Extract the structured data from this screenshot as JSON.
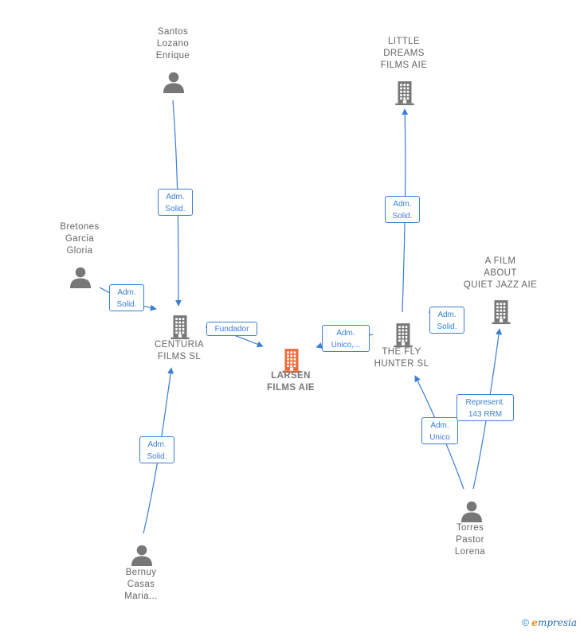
{
  "nodes": [
    {
      "id": "santos",
      "type": "person",
      "label": "Santos\nLozano\nEnrique"
    },
    {
      "id": "little",
      "type": "company",
      "label": "LITTLE\nDREAMS\nFILMS  AIE"
    },
    {
      "id": "bretones",
      "type": "person",
      "label": "Bretones\nGarcia\nGloria"
    },
    {
      "id": "afilm",
      "type": "company",
      "label": "A FILM\nABOUT\nQUIET JAZZ AIE"
    },
    {
      "id": "centuria",
      "type": "company",
      "label": "CENTURIA\nFILMS SL"
    },
    {
      "id": "larsen",
      "type": "company-main",
      "label": "LARSEN\nFILMS  AIE"
    },
    {
      "id": "flyhunter",
      "type": "company",
      "label": "THE FLY\nHUNTER  SL"
    },
    {
      "id": "torres",
      "type": "person",
      "label": "Torres\nPastor\nLorena"
    },
    {
      "id": "bernuy",
      "type": "person",
      "label": "Bernuy\nCasas\nMaria..."
    }
  ],
  "edges": [
    {
      "from": "santos",
      "to": "centuria",
      "label": "Adm.\nSolid."
    },
    {
      "from": "bretones",
      "to": "centuria",
      "label": "Adm.\nSolid."
    },
    {
      "from": "bernuy",
      "to": "centuria",
      "label": "Adm.\nSolid."
    },
    {
      "from": "centuria",
      "to": "larsen",
      "label": "Fundador"
    },
    {
      "from": "flyhunter",
      "to": "larsen",
      "label": "Adm.\nUnico,..."
    },
    {
      "from": "flyhunter",
      "to": "little",
      "label": "Adm.\nSolid."
    },
    {
      "from": "flyhunter",
      "to": "afilm",
      "label": "Adm.\nSolid."
    },
    {
      "from": "torres",
      "to": "flyhunter",
      "label": "Adm.\nUnico"
    },
    {
      "from": "torres",
      "to": "afilm",
      "label": "Represent.\n143 RRM"
    }
  ],
  "colors": {
    "edge": "#3a7fd5",
    "icon": "#777777",
    "main_icon": "#f06a35"
  },
  "footer": {
    "copyright": "©",
    "brand_initial": "e",
    "brand_rest": "mpresia"
  }
}
